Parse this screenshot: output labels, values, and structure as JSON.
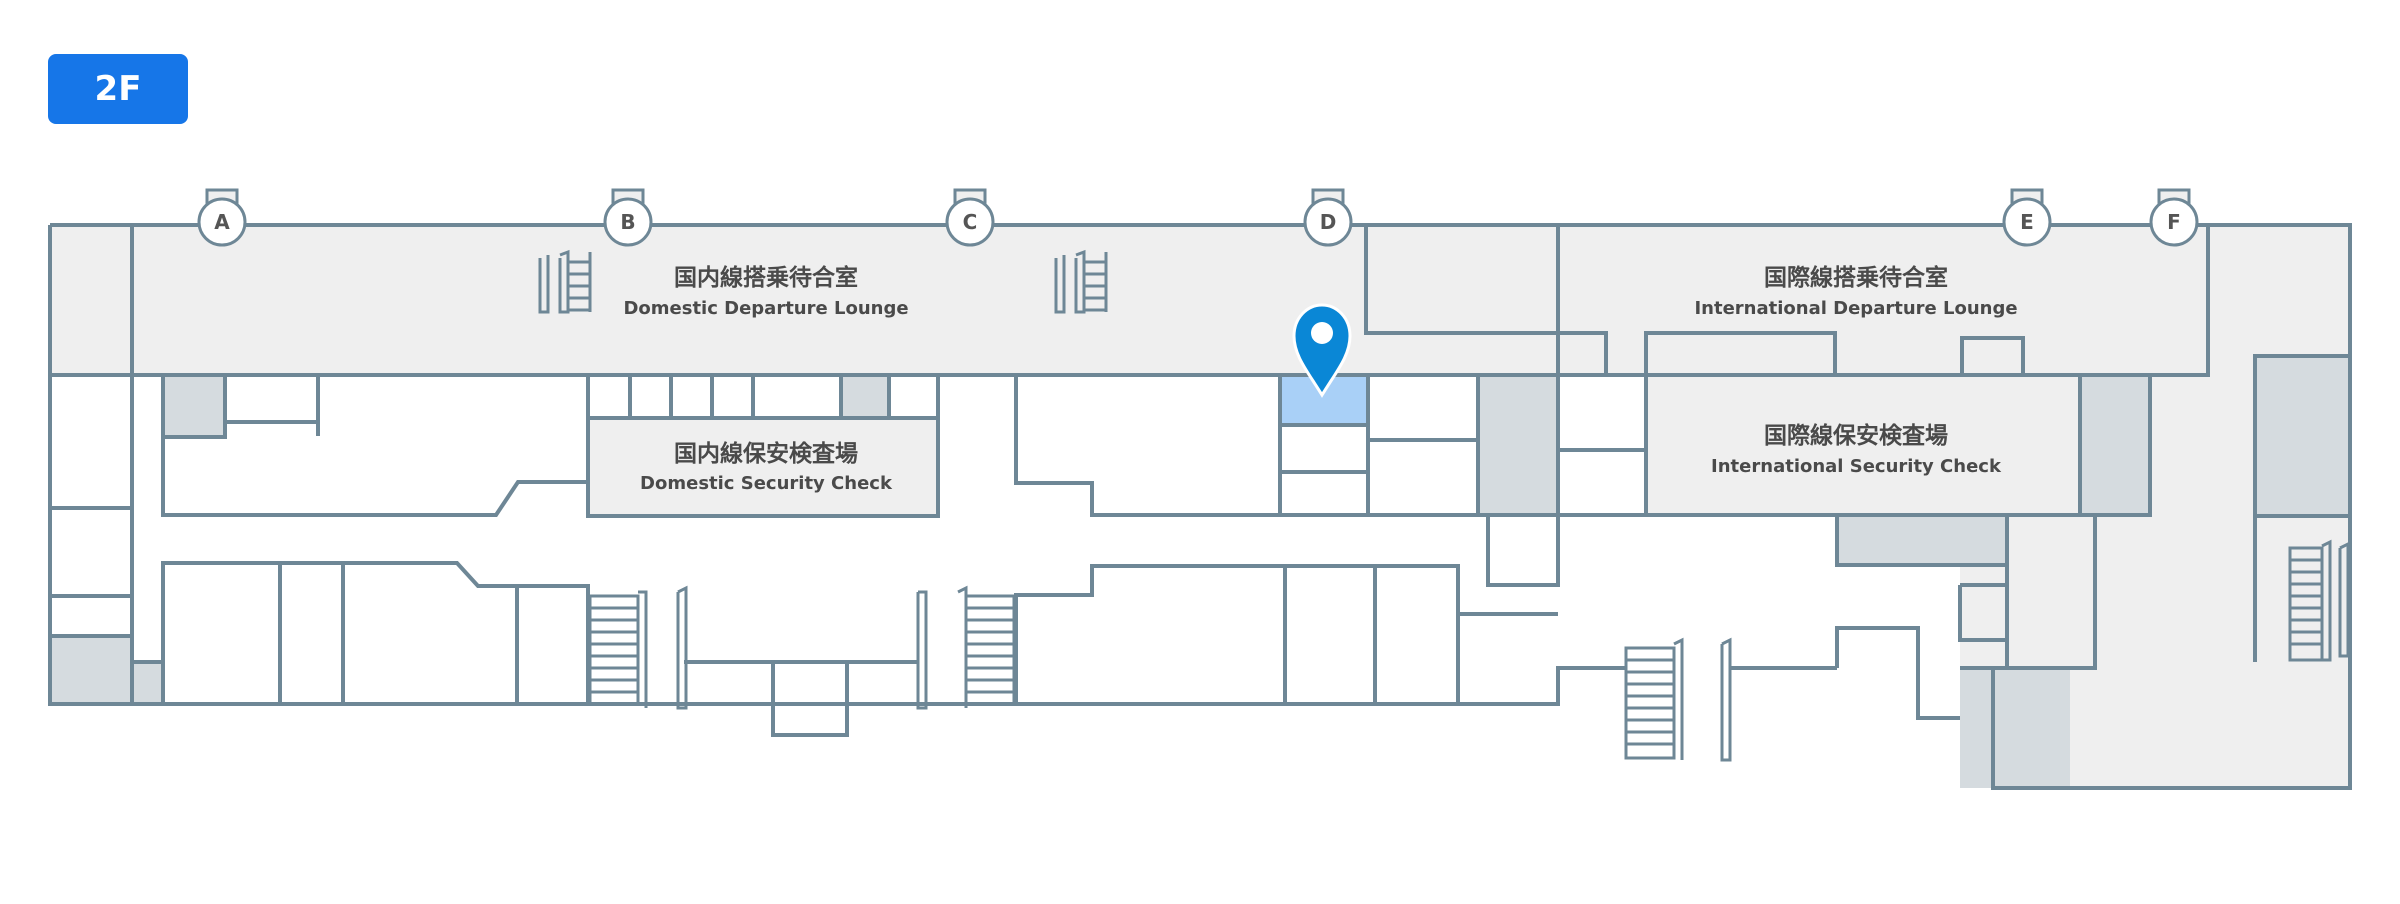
{
  "floor": {
    "label": "2F"
  },
  "colors": {
    "accent": "#1676e8",
    "wall": "#6e8796",
    "lounge_fill": "#efefef",
    "service_fill": "#d5dbdf",
    "highlight_fill": "#a9d0f7",
    "pin": "#0a87d6"
  },
  "gates": [
    {
      "id": "A",
      "label": "A"
    },
    {
      "id": "B",
      "label": "B"
    },
    {
      "id": "C",
      "label": "C"
    },
    {
      "id": "D",
      "label": "D"
    },
    {
      "id": "E",
      "label": "E"
    },
    {
      "id": "F",
      "label": "F"
    }
  ],
  "areas": {
    "domestic_lounge": {
      "ja": "国内線搭乗待合室",
      "en": "Domestic Departure Lounge"
    },
    "international_lounge": {
      "ja": "国際線搭乗待合室",
      "en": "International Departure Lounge"
    },
    "domestic_security": {
      "ja": "国内線保安検査場",
      "en": "Domestic Security Check"
    },
    "international_security": {
      "ja": "国際線保安検査場",
      "en": "International Security Check"
    }
  },
  "location_pin": {
    "icon": "map-pin-icon"
  }
}
